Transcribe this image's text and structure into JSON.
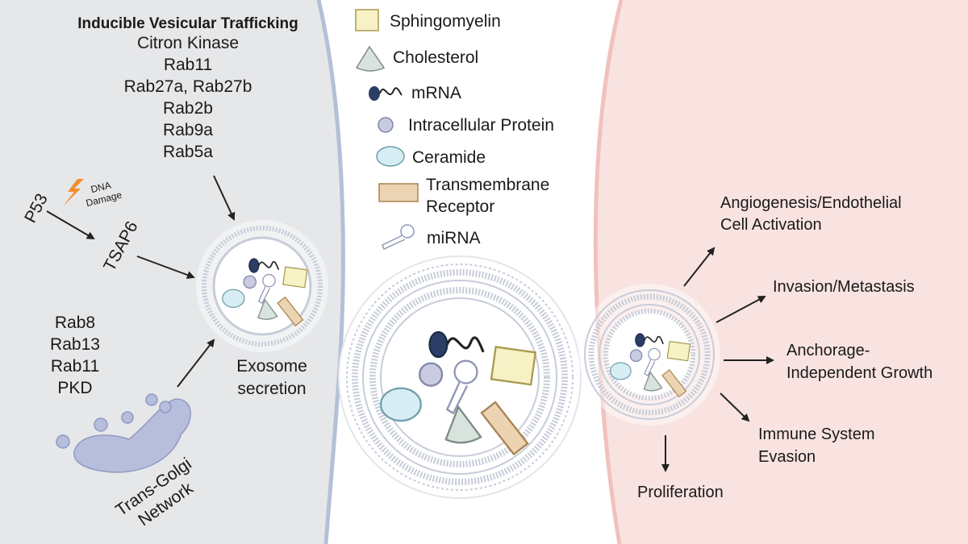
{
  "left_panel": {
    "title": "Inducible Vesicular Trafficking",
    "trafficking_items": [
      "Citron Kinase",
      "Rab11",
      "Rab27a, Rab27b",
      "Rab2b",
      "Rab9a",
      "Rab5a"
    ],
    "p53": "P53",
    "tsap6": "TSAP6",
    "dna_damage": [
      "DNA",
      "Damage"
    ],
    "rab_items": [
      "Rab8",
      "Rab13",
      "Rab11",
      "PKD"
    ],
    "golgi_label": [
      "Trans-Golgi",
      "Network"
    ],
    "exosome_label": [
      "Exosome",
      "secretion"
    ]
  },
  "legend": {
    "items": [
      {
        "label": "Sphingomyelin",
        "icon": "square-icon",
        "color": "#f7f2c6"
      },
      {
        "label": "Cholesterol",
        "icon": "triangle-icon",
        "color": "#d9e3dd"
      },
      {
        "label": "mRNA",
        "icon": "mrna-icon",
        "color": "#2c3e66"
      },
      {
        "label": "Intracellular Protein",
        "icon": "circle-icon",
        "color": "#c9cbe0"
      },
      {
        "label": "Ceramide",
        "icon": "ellipse-icon",
        "color": "#d6eef3"
      },
      {
        "label": [
          "Transmembrane",
          "Receptor"
        ],
        "icon": "rectangle-icon",
        "color": "#ecd4b3"
      },
      {
        "label": "miRNA",
        "icon": "mirna-icon",
        "color": "#ffffff"
      }
    ]
  },
  "right_panel": {
    "effects": [
      [
        "Angiogenesis/Endothelial",
        "Cell Activation"
      ],
      [
        "Invasion/Metastasis"
      ],
      [
        "Anchorage-",
        "Independent Growth"
      ],
      [
        "Immune System",
        "Evasion"
      ],
      [
        "Proliferation"
      ]
    ]
  },
  "colors": {
    "left_cell": "#e6e7e9",
    "left_membrane": "#b4c0d8",
    "right_cell": "#f8e3e1",
    "right_membrane": "#f1c1bd",
    "vesicle_ring": "#c7ccd9",
    "mrna": "#2c3e66",
    "protein": "#c9cbe0",
    "ceramide": "#d6eef3",
    "cholesterol": "#d9e3dd",
    "sphingomyelin": "#f7f2c6",
    "receptor": "#ecd4b3"
  }
}
